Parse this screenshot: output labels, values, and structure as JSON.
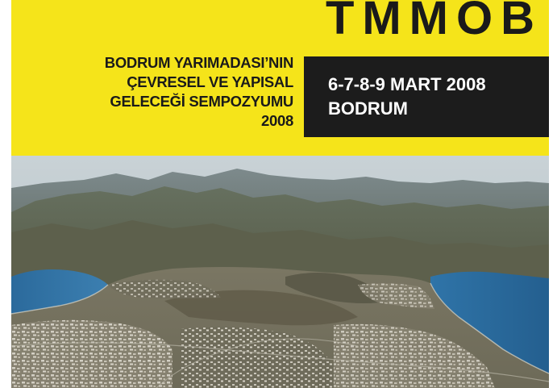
{
  "header": {
    "org_name": "TMMOB",
    "symposium_lines": [
      "BODRUM YARIMADASI’NIN",
      "ÇEVRESEL VE YAPISAL",
      "GELECEĞİ SEMPOZYUMU",
      "2008"
    ]
  },
  "event": {
    "dates": "6-7-8-9 MART 2008",
    "location": "BODRUM"
  },
  "colors": {
    "yellow": "#f5e41a",
    "box_dark": "#1c1c1c",
    "sea": "#2d6fa3"
  },
  "photo": {
    "subject": "aerial-view-bodrum-peninsula"
  }
}
